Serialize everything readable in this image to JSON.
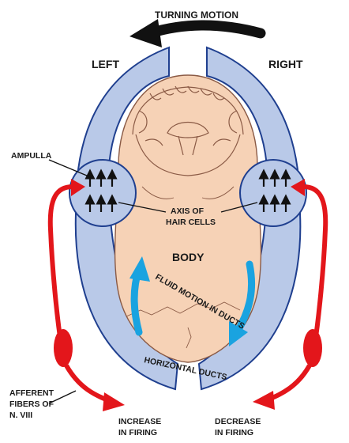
{
  "labels": {
    "turning_motion": "TURNING MOTION",
    "left": "LEFT",
    "right": "RIGHT",
    "ampulla": "AMPULLA",
    "axis_line1": "AXIS OF",
    "axis_line2": "HAIR CELLS",
    "body": "BODY",
    "fluid_motion": "FLUID MOTION IN DUCTS",
    "horizontal_ducts": "HORIZONTAL DUCTS",
    "afferent_line1": "AFFERENT",
    "afferent_line2": "FIBERS OF",
    "afferent_line3": "N. VIII",
    "increase_line1": "INCREASE",
    "increase_line2": "IN FIRING",
    "decrease_line1": "DECREASE",
    "decrease_line2": "IN FIRING"
  },
  "colors": {
    "duct_fill": "#b9c9e8",
    "duct_stroke": "#1f3f8f",
    "skin": "#f6d2b6",
    "skin_stroke": "#8a5a45",
    "nerve_red": "#e3161b",
    "fluid_blue": "#1aa3e0",
    "turning_arrow": "#111111"
  }
}
